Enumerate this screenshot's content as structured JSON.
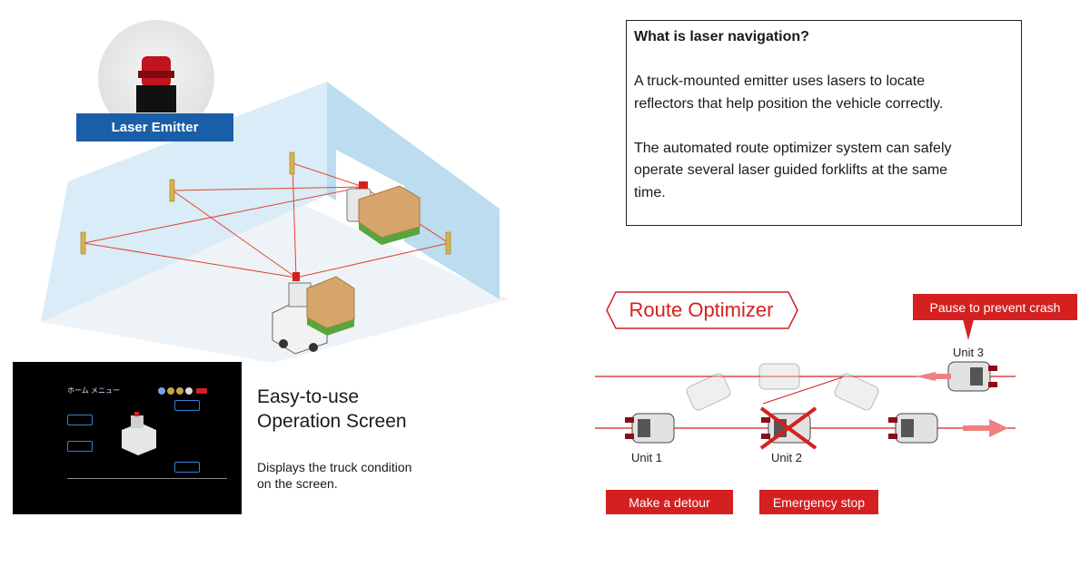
{
  "emitter": {
    "label": "Laser Emitter"
  },
  "screen": {
    "title": "ホーム メニュー",
    "heading": "Easy-to-use\nOperation Screen",
    "heading_line1": "Easy-to-use",
    "heading_line2": "Operation Screen",
    "description_line1": "Displays the truck condition",
    "description_line2": "on the screen."
  },
  "infobox": {
    "question": "What is laser navigation?",
    "para1_line1": "A truck-mounted emitter uses lasers to locate",
    "para1_line2": "reflectors that help position the vehicle correctly.",
    "para2_line1": "The automated route optimizer system can safely",
    "para2_line2": "operate several laser guided forklifts at the same",
    "para2_line3": "time."
  },
  "route_optimizer": {
    "title": "Route Optimizer",
    "units": [
      {
        "name": "Unit 1",
        "action": "Make a detour"
      },
      {
        "name": "Unit 2",
        "action": "Emergency stop"
      },
      {
        "name": "Unit 3",
        "action": "Pause to prevent crash"
      }
    ]
  },
  "colors": {
    "brand_blue": "#1a5ea8",
    "alert_red": "#d42020",
    "laser_red": "#e0452e",
    "wall_blue": "#cfe6f4"
  }
}
